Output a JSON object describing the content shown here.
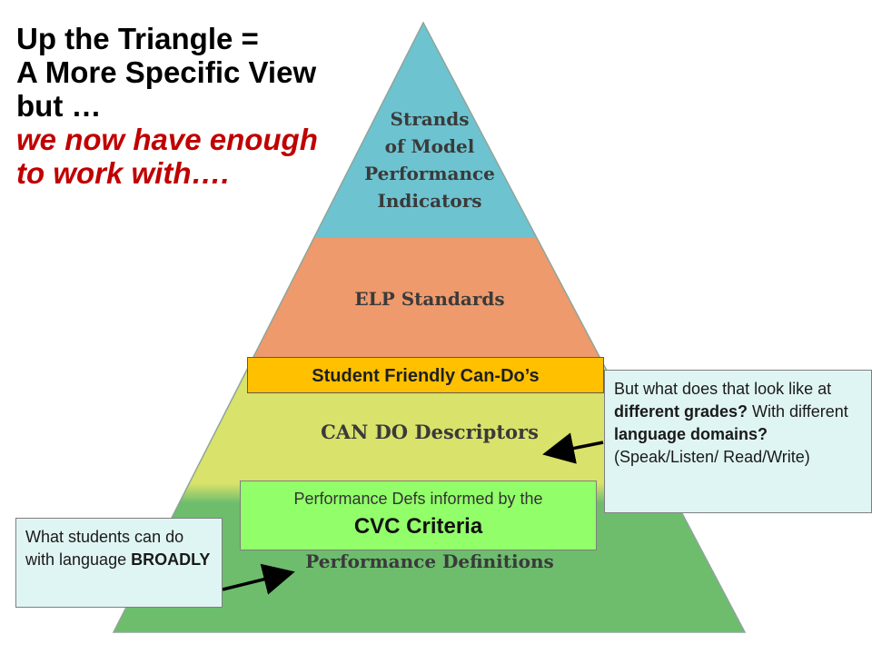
{
  "title": {
    "line1": "Up the Triangle =",
    "line2": "A More Specific View",
    "line3": "but …",
    "line4": "we now have enough",
    "line5": "to work with…."
  },
  "pyramid": {
    "layers": [
      {
        "label_lines": [
          "Strands",
          "of Model",
          "Performance",
          "Indicators"
        ],
        "color": "#6ec3d0"
      },
      {
        "label_lines": [
          "ELP Standards"
        ],
        "color": "#ee9a6c"
      },
      {
        "label_lines": [
          "CAN DO Descriptors"
        ],
        "color": "#d9e26a"
      },
      {
        "label_lines": [
          "Performance Definitions"
        ],
        "color": "#6dbd6d"
      }
    ]
  },
  "callouts": {
    "can_do": "Student Friendly Can-Do’s",
    "perf_line1": "Performance Defs informed by the",
    "perf_line2": "CVC Criteria",
    "right": {
      "t1": "But what does that look like at ",
      "b1": "different grades?",
      "t2": " With different ",
      "b2": "language domains?",
      "t3": " (Speak/Listen/ Read/Write)"
    },
    "left": {
      "t1": "What students can do with language ",
      "b1": "BROADLY"
    }
  },
  "colors": {
    "title_red": "#c00000",
    "can_do_fill": "#ffc000",
    "perf_fill": "#92ff6a",
    "note_fill": "#dff5f3"
  }
}
